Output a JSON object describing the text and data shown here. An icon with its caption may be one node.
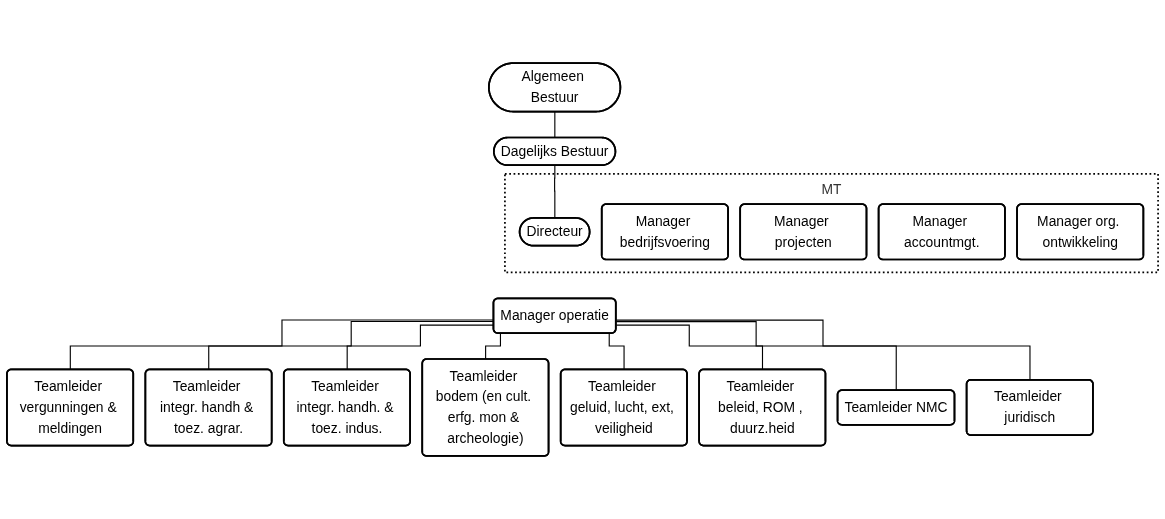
{
  "diagram": {
    "nodes": [
      {
        "text": [
          "Algemeen Bestuur"
        ]
      },
      {
        "text": [
          "Dagelijks Bestuur"
        ]
      },
      {
        "text": [
          "MT"
        ]
      },
      {
        "text": [
          "Directeur"
        ],
        "in": 2
      },
      {
        "text": [
          "Manager bedrijfsvoering"
        ],
        "in": 2
      },
      {
        "text": [
          "Manager projecten"
        ],
        "in": 2
      },
      {
        "text": [
          "Manager accountmgt."
        ],
        "in": 2
      },
      {
        "text": [
          "Manager operatie"
        ]
      },
      {
        "text": [
          "Manager org. ontwikkeling"
        ],
        "in": 2
      },
      {
        "text": [
          "Teamleider vergunningen & meldingen"
        ]
      },
      {
        "text": [
          "Teamleider integr. handh & toez. agrar."
        ]
      },
      {
        "text": [
          "Teamleider integr. handh. & toez. indus."
        ]
      },
      {
        "text": [
          "Teamleider bodem (en cult. erfg. mon & archeologie)"
        ]
      },
      {
        "text": [
          "Teamleider geluid, lucht, ext, veiligheid"
        ]
      },
      {
        "text": [
          "Teamleider beleid, ROM , duurz.heid"
        ]
      },
      {
        "text": [
          "Teamleider NMC"
        ]
      },
      {
        "text": [
          "Teamleider juridisch"
        ]
      }
    ],
    "edges": [
      {
        "from": 0,
        "to": 1,
        "arrow": "none"
      },
      {
        "from": 1,
        "to": 3,
        "arrow": "none"
      },
      {
        "from": 7,
        "to": 9,
        "arrow": "none"
      },
      {
        "from": 7,
        "to": 10,
        "arrow": "none"
      },
      {
        "from": 7,
        "to": 11,
        "arrow": "none"
      },
      {
        "from": 7,
        "to": 12,
        "arrow": "none"
      },
      {
        "from": 7,
        "to": 13,
        "arrow": "none"
      },
      {
        "from": 7,
        "to": 14,
        "arrow": "none"
      },
      {
        "from": 7,
        "to": 15,
        "arrow": "none"
      },
      {
        "from": 7,
        "to": 16,
        "arrow": "none"
      }
    ]
  }
}
